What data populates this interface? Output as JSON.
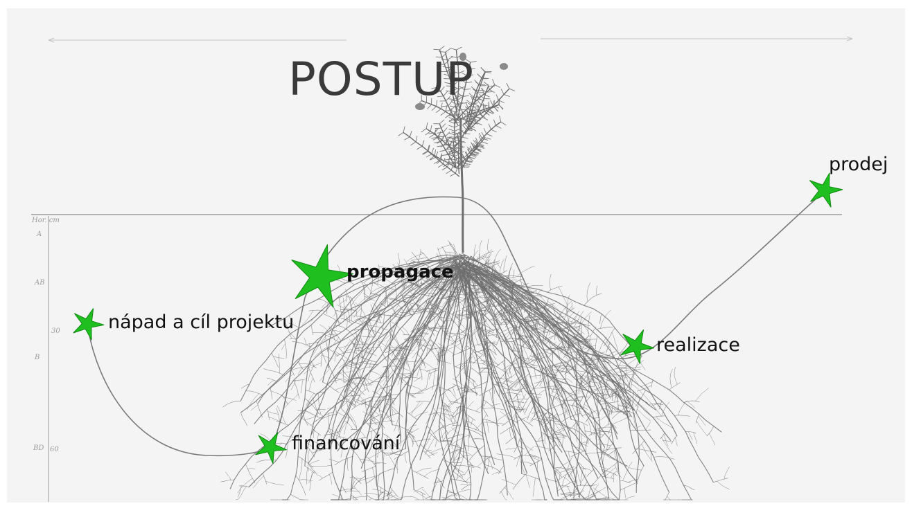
{
  "title": "POSTUP",
  "steps": [
    {
      "id": "napad",
      "label": "nápad a cíl projektu",
      "bold": false
    },
    {
      "id": "financovani",
      "label": "financování",
      "bold": false
    },
    {
      "id": "propagace",
      "label": "propagace",
      "bold": true
    },
    {
      "id": "realizace",
      "label": "realizace",
      "bold": false
    },
    {
      "id": "prodej",
      "label": "prodej",
      "bold": false
    }
  ],
  "scale": {
    "header": "Hor. cm",
    "horizons": [
      "A",
      "AB",
      "30",
      "B",
      "BD",
      "60"
    ]
  },
  "colors": {
    "star": "#1fbf1f",
    "star_dark": "#0f8a0f",
    "plant": "#6e6e6e",
    "path": "#7a7a7a",
    "paper": "#f4f4f4"
  }
}
